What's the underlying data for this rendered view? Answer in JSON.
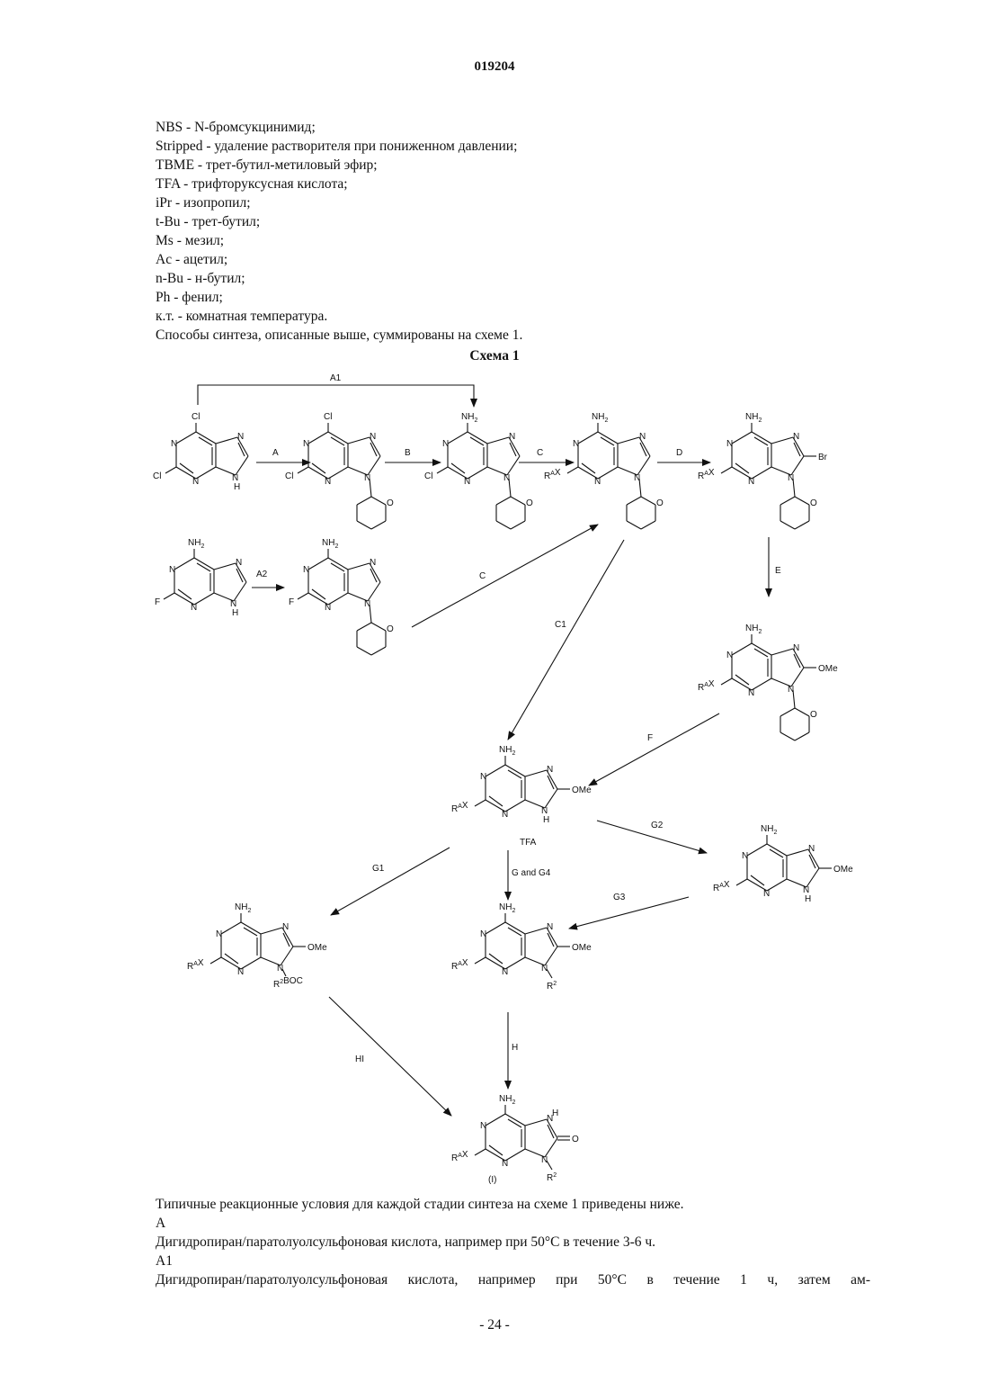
{
  "header": {
    "doc_number": "019204"
  },
  "abbreviations": [
    "NBS - N-бромсукцинимид;",
    "Stripped - удаление растворителя при пониженном давлении;",
    "TBME - трет-бутил-метиловый эфир;",
    "TFA - трифторуксусная кислота;",
    "iPr - изопропил;",
    "t-Bu - трет-бутил;",
    "Ms - мезил;",
    "Ac - ацетил;",
    "n-Bu - н-бутил;",
    "Ph - фенил;",
    "к.т. - комнатная температура.",
    "Способы синтеза, описанные выше, суммированы на схеме 1."
  ],
  "scheme": {
    "title": "Схема 1",
    "step_labels": {
      "A1": "A1",
      "A": "A",
      "B": "B",
      "C": "C",
      "D": "D",
      "A2": "A2",
      "C_lower": "C",
      "C1": "C1",
      "E": "E",
      "F": "F",
      "G1": "G1",
      "G_and_G4": "G and G4",
      "G2": "G2",
      "G3": "G3",
      "H1": "HI",
      "H": "H"
    },
    "atom_labels": {
      "Cl": "Cl",
      "N": "N",
      "H": "H",
      "NH2": "NH",
      "sub2": "2",
      "F": "F",
      "Br": "Br",
      "OMe": "OMe",
      "RA": "R",
      "supA": "A",
      "X": "X",
      "R2": "R",
      "sup2": "2",
      "BOC": "BOC",
      "O": "O",
      "TFA": "TFA",
      "compound_I": "(I)"
    }
  },
  "body_text": {
    "intro": "Типичные реакционные условия для каждой стадии синтеза на схеме 1 приведены ниже.",
    "step_A_label": "A",
    "step_A_text": "Дигидропиран/паратолуолсульфоновая кислота, например при 50°C в течение 3-6 ч.",
    "step_A1_label": "A1",
    "step_A1_text": "Дигидропиран/паратолуолсульфоновая кислота, например при 50°C в течение 1 ч, затем ам-"
  },
  "footer": {
    "page_number": "- 24 -"
  }
}
